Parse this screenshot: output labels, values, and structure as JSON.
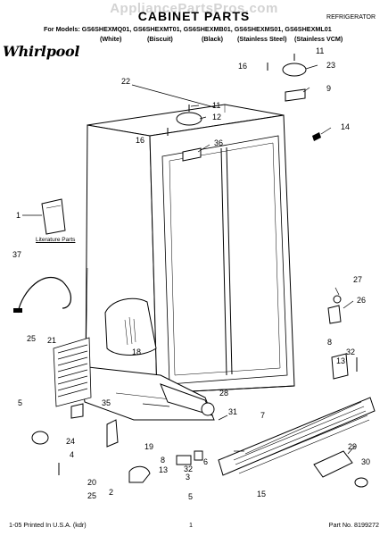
{
  "watermark": "AppliancePartsPros.com",
  "title": "CABINET PARTS",
  "appliance": "REFRIGERATOR",
  "models_line": "For Models: GS6SHEXMQ01, GS6SHEXMT01, GS6SHEXMB01, GS6SHEXMS01, GS6SHEXML01",
  "variants": [
    "(White)",
    "(Biscuit)",
    "(Black)",
    "(Stainless Steel)",
    "(Stainless VCM)"
  ],
  "brand": "Whirlpool",
  "literature_label": "Literature Parts",
  "footer": {
    "left": "1-05 Printed In U.S.A. (kdr)",
    "page": "1",
    "part_no": "Part No. 8199272"
  },
  "callouts": [
    "1",
    "2",
    "3",
    "4",
    "5",
    "5",
    "6",
    "7",
    "8",
    "8",
    "9",
    "11",
    "11",
    "12",
    "13",
    "13",
    "14",
    "15",
    "16",
    "16",
    "18",
    "19",
    "20",
    "21",
    "22",
    "23",
    "24",
    "25",
    "25",
    "26",
    "27",
    "28",
    "29",
    "30",
    "31",
    "32",
    "32",
    "35",
    "36",
    "37"
  ]
}
